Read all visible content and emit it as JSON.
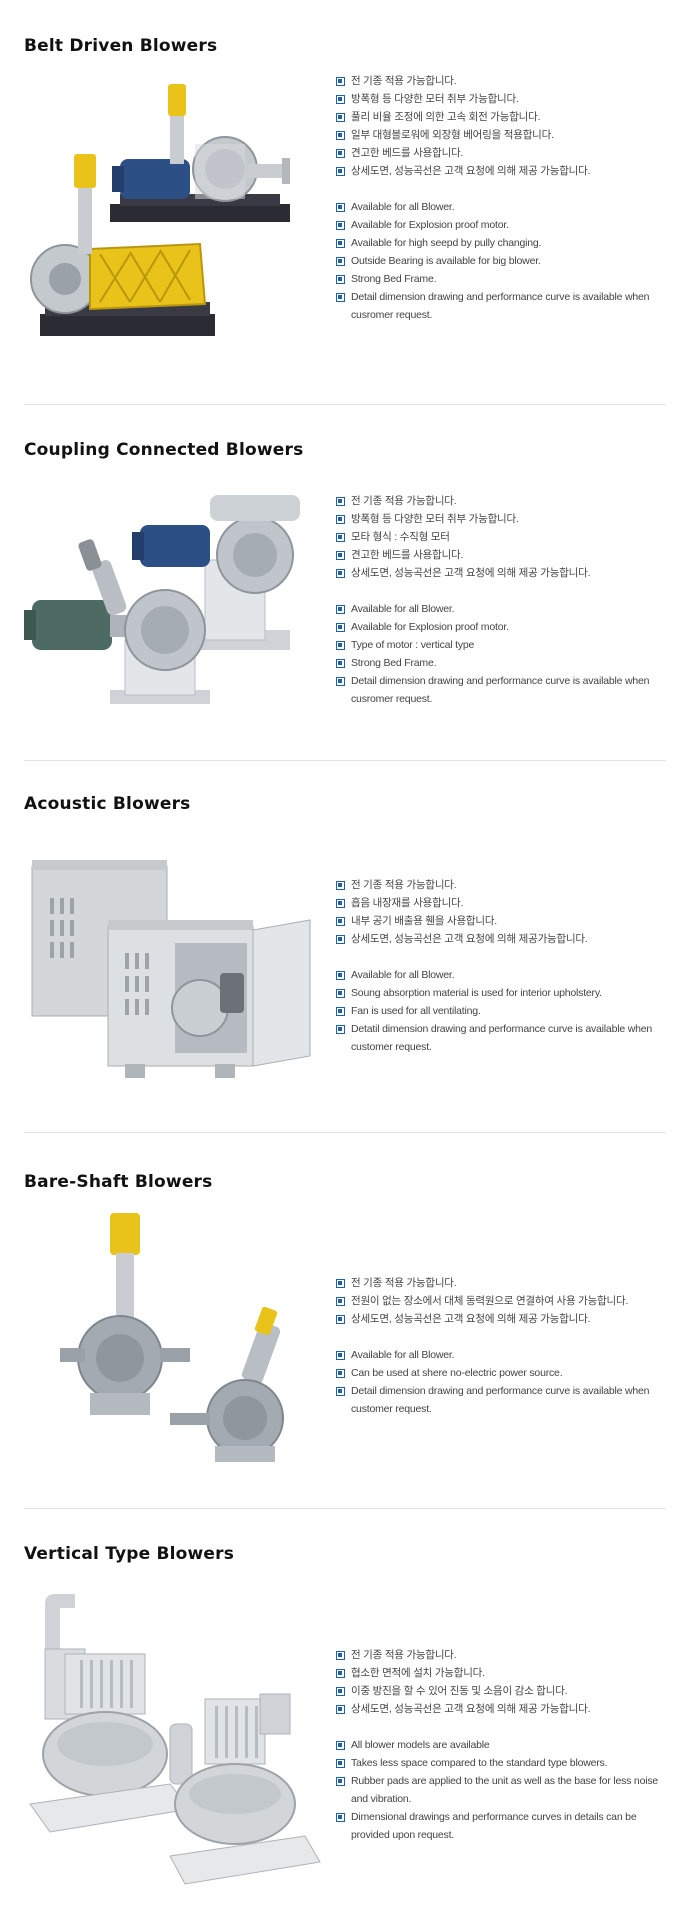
{
  "sections": [
    {
      "title": "Belt Driven Blowers",
      "ko": [
        "전 기종 적용 가능합니다.",
        "방폭형 등 다양한 모터 취부 가능합니다.",
        "풀리 비율 조정에 의한 고속 회전 가능합니다.",
        "일부 대형블로워에 외장형 베어링을 적용합니다.",
        "견고한 베드를 사용합니다.",
        "상세도면, 성능곡선은 고객 요청에 의해 제공 가능합니다."
      ],
      "en": [
        "Available for all Blower.",
        "Available for Explosion proof motor.",
        "Available for high seepd by pully changing.",
        "Outside Bearing is available for big blower.",
        "Strong Bed Frame.",
        "Detail dimension drawing and performance curve is available when cusromer request."
      ]
    },
    {
      "title": "Coupling Connected Blowers",
      "ko": [
        "전 기종 적용 가능합니다.",
        "방폭형 등 다양한 모터 취부 가능합니다.",
        "모타 형식 : 수직형 모터",
        "견고한 베드를 사용합니다.",
        "상세도면, 성능곡선은 고객 요청에 의해 제공 가능합니다."
      ],
      "en": [
        "Available for all Blower.",
        "Available for Explosion proof motor.",
        "Type of motor : vertical type",
        "Strong Bed Frame.",
        "Detail dimension drawing and performance curve is available when cusromer request."
      ]
    },
    {
      "title": "Acoustic Blowers",
      "ko": [
        "전 기종 적용 가능합니다.",
        "흡음 내장재를 사용합니다.",
        "내부 공기 배출용 휀을 사용합니다.",
        "상세도면, 성능곡선은 고객 요청에 의해 제공가능합니다."
      ],
      "en": [
        "Available for all Blower.",
        "Soung absorption material is used for interior upholstery.",
        "Fan is used for all ventilating.",
        "Detatil dimension drawing and performance curve is available when customer request."
      ]
    },
    {
      "title": "Bare-Shaft Blowers",
      "ko": [
        "전 기종 적용 가능합니다.",
        "전원이 없는 장소에서 대체 동력원으로 연결하여 사용 가능합니다.",
        "상세도면, 성능곡선은 고객 요청에 의해 제공 가능합니다."
      ],
      "en": [
        "Available for all Blower.",
        "Can be used at shere no-electric power source.",
        "Detail dimension drawing and performance curve is available when customer request."
      ]
    },
    {
      "title": "Vertical Type Blowers",
      "ko": [
        "전 기종 적용 가능합니다.",
        "협소한 면적에 설치 가능합니다.",
        "이중 방진을 할 수 있어 진동 및 소음이 감소 합니다.",
        "상세도면, 성능곡선은 고객 요청에 의해 제공 가능합니다."
      ],
      "en": [
        "All blower models are available",
        "Takes less space compared to the standard type blowers.",
        "Rubber pads are applied to the unit as well as the base for less noise and vibration.",
        "Dimensional drawings and performance curves in details can be provided upon request."
      ]
    }
  ],
  "colors": {
    "bullet": "#1f5fa8",
    "divider": "#e2e2e2",
    "motor_blue": "#2c4f86",
    "motor_green": "#4d6b62",
    "silencer_yellow": "#e9c21a",
    "blower_grey": "#aab1b8",
    "frame_dark": "#2b2b33"
  }
}
